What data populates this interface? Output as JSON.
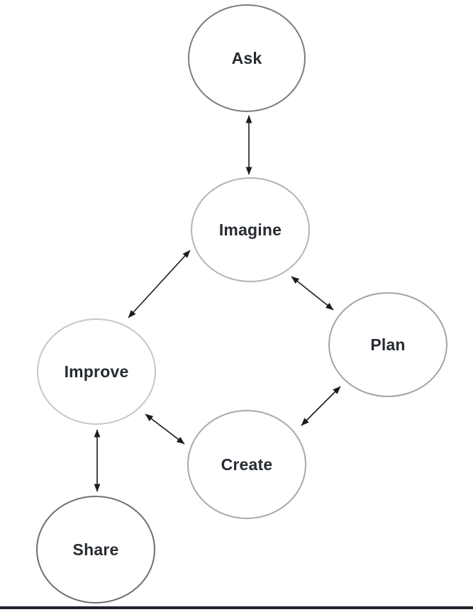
{
  "diagram": {
    "name": "design-process-cycle",
    "background_color": "#ffffff",
    "text_color": "#272b33",
    "arrow_color": "#1c1c1c",
    "footer_bar_color": "#1e222c",
    "nodes": [
      {
        "id": "ask",
        "label": "Ask",
        "stroke": "#7c7c7c"
      },
      {
        "id": "imagine",
        "label": "Imagine",
        "stroke": "#b5b5b5"
      },
      {
        "id": "plan",
        "label": "Plan",
        "stroke": "#a4a4a4"
      },
      {
        "id": "improve",
        "label": "Improve",
        "stroke": "#c6c6c6"
      },
      {
        "id": "create",
        "label": "Create",
        "stroke": "#a9a9a9"
      },
      {
        "id": "share",
        "label": "Share",
        "stroke": "#6f6f6f"
      }
    ],
    "edges": [
      {
        "from": "Ask",
        "to": "Imagine",
        "bidirectional": true
      },
      {
        "from": "Imagine",
        "to": "Improve",
        "bidirectional": true
      },
      {
        "from": "Imagine",
        "to": "Plan",
        "bidirectional": true
      },
      {
        "from": "Plan",
        "to": "Create",
        "bidirectional": true
      },
      {
        "from": "Improve",
        "to": "Create",
        "bidirectional": true
      },
      {
        "from": "Improve",
        "to": "Share",
        "bidirectional": true
      }
    ]
  }
}
